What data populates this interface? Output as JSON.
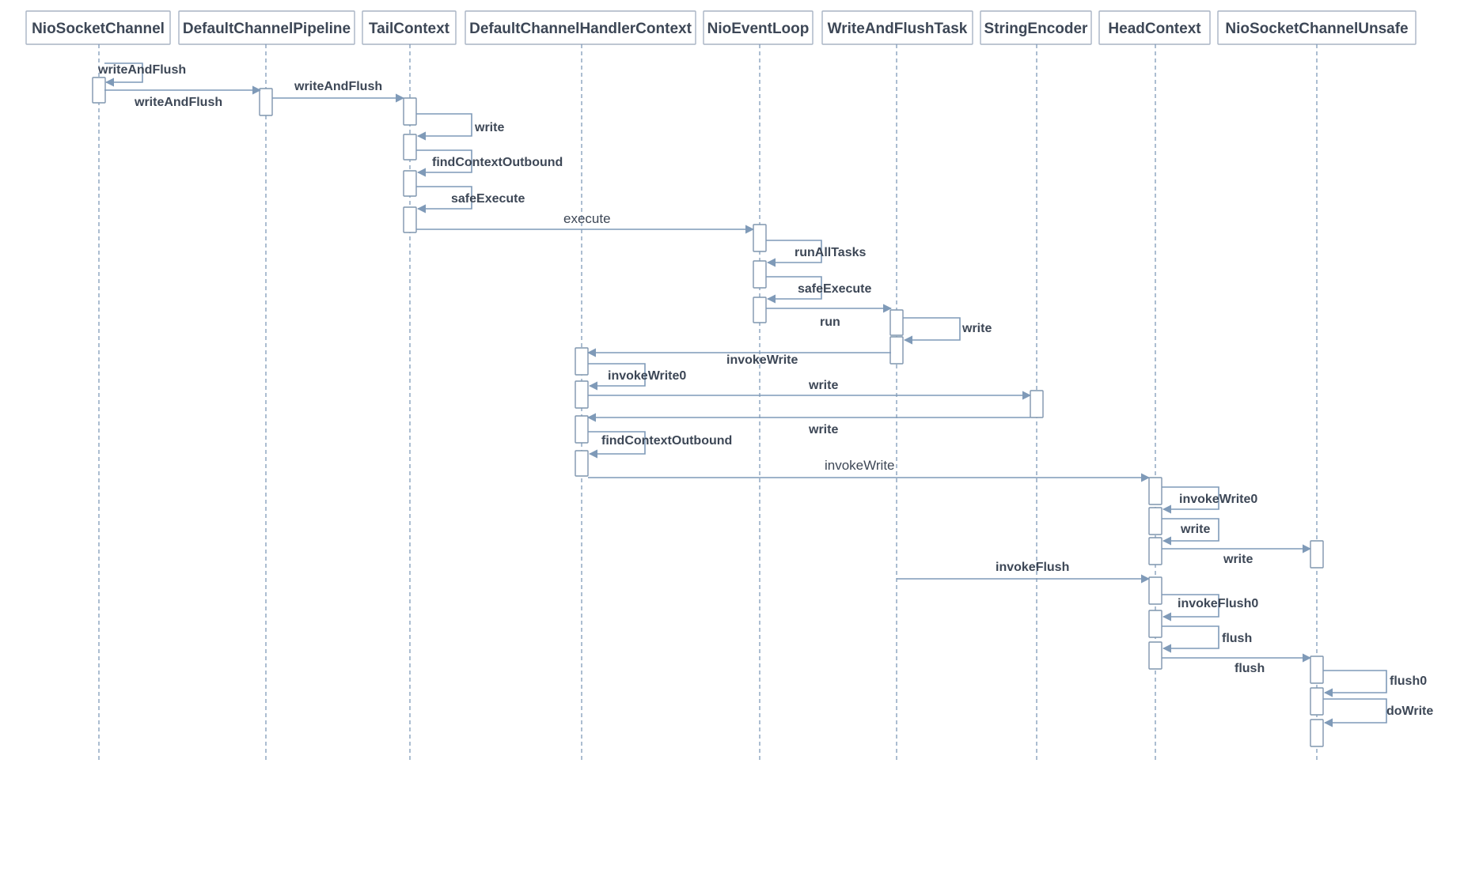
{
  "colors": {
    "line": "#7f9ab8",
    "box_border": "#a8b4c4",
    "text": "#3d4756",
    "activation_border": "#7f95ae"
  },
  "lifelines": [
    {
      "id": "nsc",
      "label": "NioSocketChannel"
    },
    {
      "id": "dcp",
      "label": "DefaultChannelPipeline"
    },
    {
      "id": "tail",
      "label": "TailContext"
    },
    {
      "id": "dchc",
      "label": "DefaultChannelHandlerContext"
    },
    {
      "id": "nel",
      "label": "NioEventLoop"
    },
    {
      "id": "wft",
      "label": "WriteAndFlushTask"
    },
    {
      "id": "se",
      "label": "StringEncoder"
    },
    {
      "id": "head",
      "label": "HeadContext"
    },
    {
      "id": "nscu",
      "label": "NioSocketChannelUnsafe"
    }
  ],
  "messages": [
    {
      "id": "m1",
      "from": "nsc",
      "to": "nsc",
      "label": "writeAndFlush"
    },
    {
      "id": "m2",
      "from": "nsc",
      "to": "dcp",
      "label": "writeAndFlush"
    },
    {
      "id": "m3",
      "from": "dcp",
      "to": "tail",
      "label": "writeAndFlush"
    },
    {
      "id": "m4",
      "from": "tail",
      "to": "tail",
      "label": "write"
    },
    {
      "id": "m5",
      "from": "tail",
      "to": "tail",
      "label": "findContextOutbound"
    },
    {
      "id": "m6",
      "from": "tail",
      "to": "tail",
      "label": "safeExecute"
    },
    {
      "id": "m7",
      "from": "tail",
      "to": "nel",
      "label": "execute"
    },
    {
      "id": "m8",
      "from": "nel",
      "to": "nel",
      "label": "runAllTasks"
    },
    {
      "id": "m9",
      "from": "nel",
      "to": "nel",
      "label": "safeExecute"
    },
    {
      "id": "m10",
      "from": "nel",
      "to": "wft",
      "label": "run"
    },
    {
      "id": "m11",
      "from": "wft",
      "to": "wft",
      "label": "write"
    },
    {
      "id": "m12",
      "from": "wft",
      "to": "dchc",
      "label": "invokeWrite"
    },
    {
      "id": "m13",
      "from": "dchc",
      "to": "dchc",
      "label": "invokeWrite0"
    },
    {
      "id": "m14",
      "from": "dchc",
      "to": "se",
      "label": "write"
    },
    {
      "id": "m15",
      "from": "se",
      "to": "dchc",
      "label": "write"
    },
    {
      "id": "m16",
      "from": "dchc",
      "to": "dchc",
      "label": "findContextOutbound"
    },
    {
      "id": "m17",
      "from": "dchc",
      "to": "head",
      "label": "invokeWrite"
    },
    {
      "id": "m18",
      "from": "head",
      "to": "head",
      "label": "invokeWrite0"
    },
    {
      "id": "m19",
      "from": "head",
      "to": "head",
      "label": "write"
    },
    {
      "id": "m20",
      "from": "head",
      "to": "nscu",
      "label": "write"
    },
    {
      "id": "m21",
      "from": "wft",
      "to": "head",
      "label": "invokeFlush"
    },
    {
      "id": "m22",
      "from": "head",
      "to": "head",
      "label": "invokeFlush0"
    },
    {
      "id": "m23",
      "from": "head",
      "to": "head",
      "label": "flush"
    },
    {
      "id": "m24",
      "from": "head",
      "to": "nscu",
      "label": "flush"
    },
    {
      "id": "m25",
      "from": "nscu",
      "to": "nscu",
      "label": "flush0"
    },
    {
      "id": "m26",
      "from": "nscu",
      "to": "nscu",
      "label": "doWrite"
    }
  ]
}
